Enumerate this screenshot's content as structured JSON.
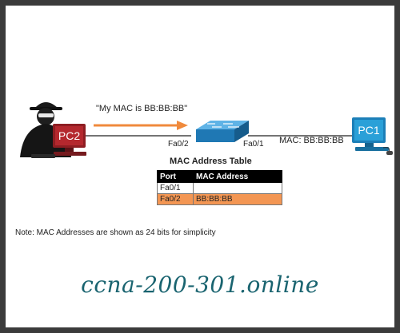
{
  "devices": {
    "attacker_pc_label": "PC2",
    "target_pc_label": "PC1"
  },
  "labels": {
    "spoof_message": "\"My MAC is BB:BB:BB\"",
    "switch_port_left": "Fa0/2",
    "switch_port_right": "Fa0/1",
    "pc1_mac": "MAC: BB:BB:BB"
  },
  "mac_table": {
    "title": "MAC Address Table",
    "headers": [
      "Port",
      "MAC Address"
    ],
    "rows": [
      {
        "port": "Fa0/1",
        "mac": ""
      },
      {
        "port": "Fa0/2",
        "mac": "BB:BB:BB",
        "highlighted": true
      }
    ]
  },
  "note": "Note: MAC Addresses are shown as 24 bits for simplicity",
  "watermark": "ccna-200-301.online",
  "colors": {
    "arrow": "#f08a3c",
    "highlight_row": "#f39653",
    "attacker_monitor": "#a8242a",
    "target_monitor": "#2aa0d8",
    "switch": "#2c8fcf",
    "watermark": "#1a6470"
  }
}
